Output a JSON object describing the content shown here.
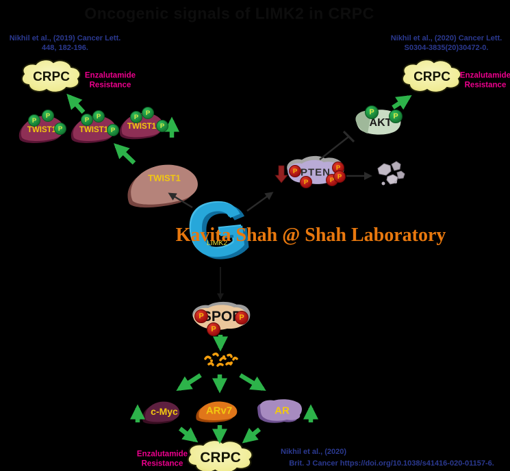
{
  "title": "Oncogenic signals of LIMK2 in CRPC",
  "watermark": "Kavita Shah @ Shah Laboratory",
  "limk2_glyph": "G",
  "phosphate_label": "P",
  "citations": {
    "top_left": {
      "line1": "Nikhil et al., (2019) Cancer Lett.",
      "line2": "448, 182-196."
    },
    "top_right": {
      "line1": "Nikhil et al., (2020) Cancer Lett.",
      "line2": "S0304-3835(20)30472-0."
    },
    "bottom_right": {
      "line1": "Nikhil et al., (2020)",
      "line2": "Brit. J Cancer https://doi.org/10.1038/s41416-020-01157-6."
    }
  },
  "annotations": {
    "resistance_line1": "Enzalutamide",
    "resistance_line2": "Resistance"
  },
  "nodes": {
    "crpc": "CRPC",
    "twist1": "TWIST1",
    "limk2": "LIMK2",
    "pten": "PTEN",
    "akt": "AKT",
    "spop": "SPOP",
    "cmyc": "c-Myc",
    "arv7": "ARv7",
    "ar": "AR"
  },
  "colors": {
    "background": "#000000",
    "citation_blue": "#2B3990",
    "resistance_pink": "#EC008C",
    "watermark_orange": "#E8780E",
    "crpc_yellow": "#F2EFA0",
    "twist1_maroon": "#8E2F55",
    "twist1_brown": "#B5837A",
    "limk2_cyan": "#27A7DA",
    "pten_lavender": "#B9ABD6",
    "akt_green": "#C9DCC4",
    "spop_tan": "#EBC79C",
    "cmyc_plum": "#5E2040",
    "arv7_orange": "#E0761A",
    "ar_purple": "#A78BC0",
    "arrow_green": "#2DB34A",
    "phospho_green": "#1F9E47",
    "phospho_red": "#CC1515"
  }
}
